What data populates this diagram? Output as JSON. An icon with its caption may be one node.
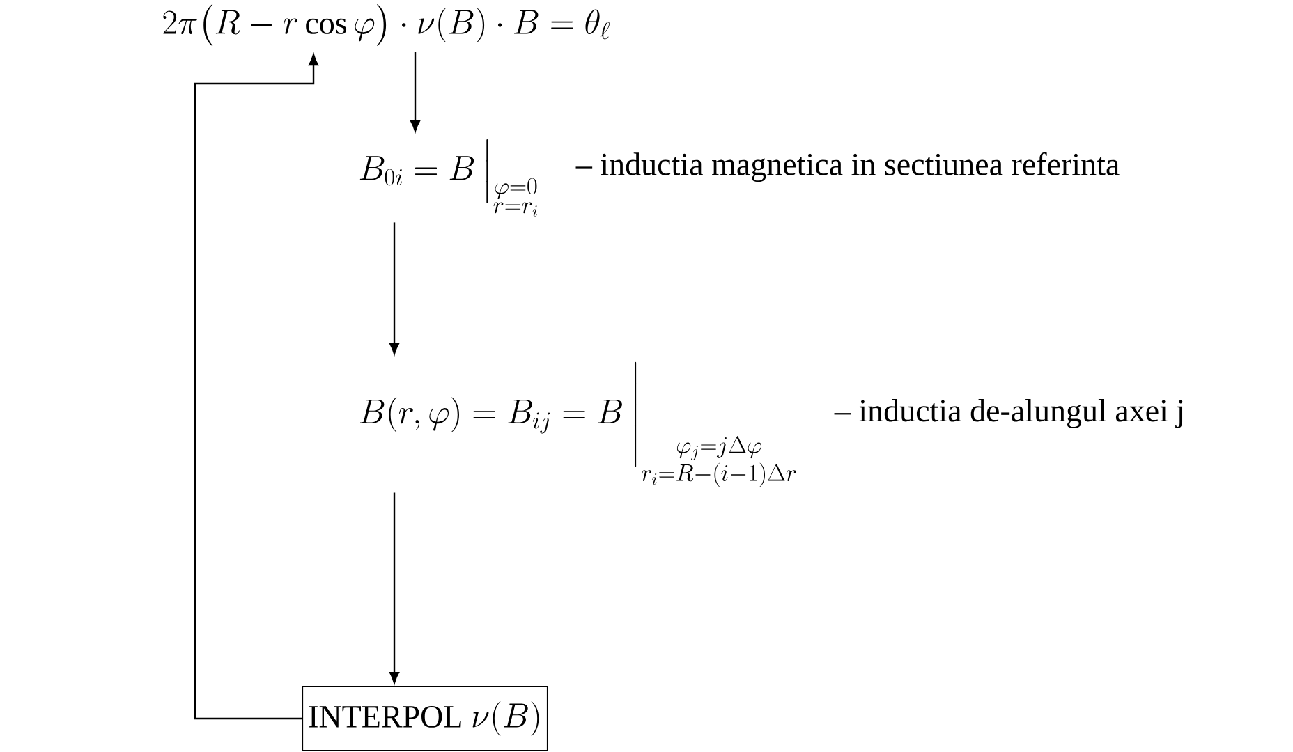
{
  "diagram": {
    "nodes": [
      {
        "text": [
          "2\\pi\\bigl(R - r\\cos\\varphi\\bigr)\\cdot \\nu(B)\\cdot B = \\theta_{\\ell}"
        ]
      },
      {
        "text": [
          "B_{0i} = B\\,\\Big|_{\\substack{\\varphi=0\\\\ r=r_i}}"
        ],
        "beside": [
          "– inductia magnetica in sectiunea referinta"
        ]
      },
      {
        "text": [
          "B(r,\\varphi) = B_{ij} = B\\,\\Bigg|_{\\substack{\\varphi_j=j\\Delta\\varphi\\\\ r_i=R-(i-1)\\Delta r}}"
        ],
        "beside": [
          "– inductia de-alungul axei j"
        ]
      },
      {
        "text": [
          "\\mathrm{INTERPOL}\\ \\nu(B)"
        ]
      }
    ],
    "edges": [
      {
        "from": 0,
        "to": 1,
        "arrow": "to"
      },
      {
        "from": 1,
        "to": 2,
        "arrow": "to"
      },
      {
        "from": 2,
        "to": 3,
        "arrow": "to"
      },
      {
        "from": 3,
        "to": 0,
        "arrow": "to"
      }
    ]
  }
}
